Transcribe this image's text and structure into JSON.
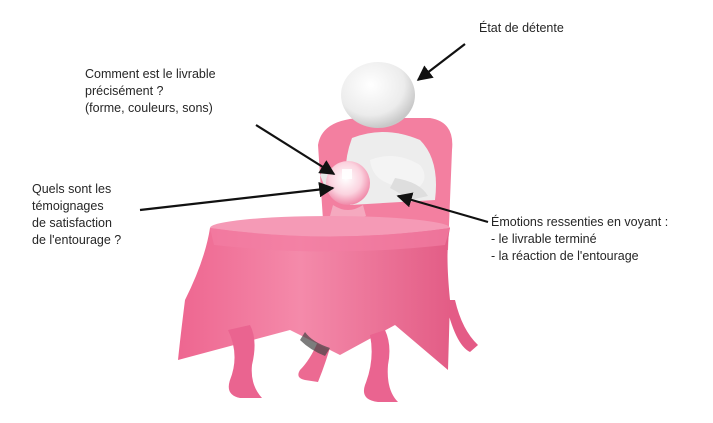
{
  "labels": {
    "relax": [
      "État de détente"
    ],
    "deliverable": [
      "Comment est le livrable",
      "précisément ?",
      "(forme, couleurs, sons)"
    ],
    "testimonials": [
      "Quels sont les",
      "témoignages",
      "de satisfaction",
      "de l'entourage ?"
    ],
    "emotions": [
      "Émotions ressenties en voyant :",
      "- le livrable terminé",
      "- la réaction de l'entourage"
    ]
  },
  "colors": {
    "pink": "#f06b93",
    "pink_light": "#f7a1bb",
    "pink_dark": "#d9507a",
    "figure": "#f2f2f2",
    "figure_shadow": "#c9c9c9",
    "arrow": "#111111"
  }
}
